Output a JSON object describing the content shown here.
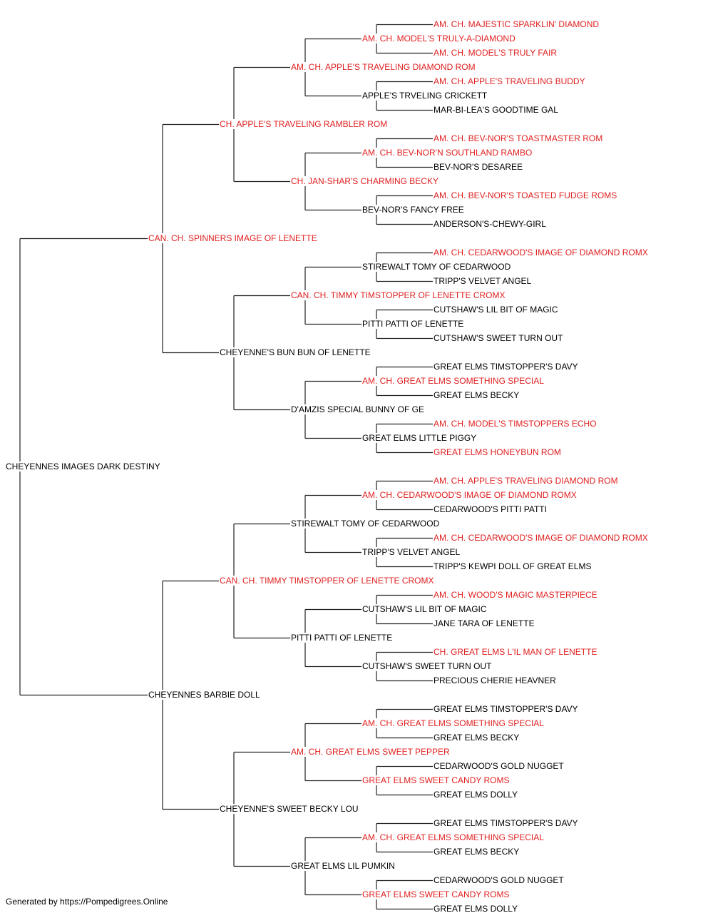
{
  "colors": {
    "champion": "#e02020",
    "plain": "#000000",
    "line": "#222222"
  },
  "pedigree": {
    "subject": {
      "name": "CHEYENNES IMAGES DARK DESTINY",
      "champion": false
    },
    "ancestors": [
      {
        "name": "CAN. CH. SPINNERS IMAGE OF LENETTE",
        "champion": true
      },
      {
        "name": "CHEYENNES BARBIE DOLL",
        "champion": false
      },
      {
        "name": "CH. APPLE'S TRAVELING RAMBLER ROM",
        "champion": true
      },
      {
        "name": "CHEYENNE'S BUN BUN OF LENETTE",
        "champion": false
      },
      {
        "name": "CAN. CH. TIMMY TIMSTOPPER OF LENETTE CROMX",
        "champion": true
      },
      {
        "name": "CHEYENNE'S SWEET BECKY LOU",
        "champion": false
      },
      {
        "name": "AM. CH. APPLE'S TRAVELING DIAMOND ROM",
        "champion": true
      },
      {
        "name": "CH. JAN-SHAR'S CHARMING BECKY",
        "champion": true
      },
      {
        "name": "CAN. CH. TIMMY TIMSTOPPER OF LENETTE CROMX",
        "champion": true
      },
      {
        "name": "D'AMZIS SPECIAL BUNNY OF GE",
        "champion": false
      },
      {
        "name": "STIREWALT TOMY OF CEDARWOOD",
        "champion": false
      },
      {
        "name": "PITTI PATTI OF LENETTE",
        "champion": false
      },
      {
        "name": "AM. CH. GREAT ELMS SWEET PEPPER",
        "champion": true
      },
      {
        "name": "GREAT ELMS LIL PUMKIN",
        "champion": false
      },
      {
        "name": "AM. CH. MODEL'S TRULY-A-DIAMOND",
        "champion": true
      },
      {
        "name": "APPLE'S TRVELING CRICKETT",
        "champion": false
      },
      {
        "name": "AM. CH. BEV-NOR'N SOUTHLAND RAMBO",
        "champion": true
      },
      {
        "name": "BEV-NOR'S FANCY FREE",
        "champion": false
      },
      {
        "name": "STIREWALT TOMY OF CEDARWOOD",
        "champion": false
      },
      {
        "name": "PITTI PATTI OF LENETTE",
        "champion": false
      },
      {
        "name": "AM. CH. GREAT ELMS SOMETHING SPECIAL",
        "champion": true
      },
      {
        "name": "GREAT ELMS LITTLE PIGGY",
        "champion": false
      },
      {
        "name": "AM. CH. CEDARWOOD'S IMAGE OF DIAMOND ROMX",
        "champion": true
      },
      {
        "name": "TRIPP'S VELVET ANGEL",
        "champion": false
      },
      {
        "name": "CUTSHAW'S LIL BIT OF MAGIC",
        "champion": false
      },
      {
        "name": "CUTSHAW'S SWEET TURN OUT",
        "champion": false
      },
      {
        "name": "AM. CH. GREAT ELMS SOMETHING SPECIAL",
        "champion": true
      },
      {
        "name": "GREAT ELMS SWEET CANDY ROMS",
        "champion": true
      },
      {
        "name": "AM. CH. GREAT ELMS SOMETHING SPECIAL",
        "champion": true
      },
      {
        "name": "GREAT ELMS SWEET CANDY ROMS",
        "champion": true
      },
      {
        "name": "AM. CH. MAJESTIC SPARKLIN' DIAMOND",
        "champion": true
      },
      {
        "name": "AM. CH. MODEL'S TRULY FAIR",
        "champion": true
      },
      {
        "name": "AM. CH. APPLE'S TRAVELING BUDDY",
        "champion": true
      },
      {
        "name": "MAR-BI-LEA'S GOODTIME GAL",
        "champion": false
      },
      {
        "name": "AM. CH. BEV-NOR'S TOASTMASTER ROM",
        "champion": true
      },
      {
        "name": "BEV-NOR'S DESAREE",
        "champion": false
      },
      {
        "name": "AM. CH. BEV-NOR'S TOASTED FUDGE ROMS",
        "champion": true
      },
      {
        "name": "ANDERSON'S-CHEWY-GIRL",
        "champion": false
      },
      {
        "name": "AM. CH. CEDARWOOD'S IMAGE OF DIAMOND ROMX",
        "champion": true
      },
      {
        "name": "TRIPP'S VELVET ANGEL",
        "champion": false
      },
      {
        "name": "CUTSHAW'S LIL BIT OF MAGIC",
        "champion": false
      },
      {
        "name": "CUTSHAW'S SWEET TURN OUT",
        "champion": false
      },
      {
        "name": "GREAT ELMS TIMSTOPPER'S DAVY",
        "champion": false
      },
      {
        "name": "GREAT ELMS BECKY",
        "champion": false
      },
      {
        "name": "AM. CH. MODEL'S TIMSTOPPERS ECHO",
        "champion": true
      },
      {
        "name": "GREAT ELMS HONEYBUN ROM",
        "champion": true
      },
      {
        "name": "AM. CH. APPLE'S TRAVELING DIAMOND ROM",
        "champion": true
      },
      {
        "name": "CEDARWOOD'S PITTI PATTI",
        "champion": false
      },
      {
        "name": "AM. CH. CEDARWOOD'S IMAGE OF DIAMOND ROMX",
        "champion": true
      },
      {
        "name": "TRIPP'S KEWPI DOLL OF GREAT ELMS",
        "champion": false
      },
      {
        "name": "AM. CH. WOOD'S MAGIC MASTERPIECE",
        "champion": true
      },
      {
        "name": "JANE TARA OF LENETTE",
        "champion": false
      },
      {
        "name": "CH. GREAT ELMS L'IL MAN OF LENETTE",
        "champion": true
      },
      {
        "name": "PRECIOUS CHERIE HEAVNER",
        "champion": false
      },
      {
        "name": "GREAT ELMS TIMSTOPPER'S DAVY",
        "champion": false
      },
      {
        "name": "GREAT ELMS BECKY",
        "champion": false
      },
      {
        "name": "CEDARWOOD'S GOLD NUGGET",
        "champion": false
      },
      {
        "name": "GREAT ELMS DOLLY",
        "champion": false
      },
      {
        "name": "GREAT ELMS TIMSTOPPER'S DAVY",
        "champion": false
      },
      {
        "name": "GREAT ELMS BECKY",
        "champion": false
      },
      {
        "name": "CEDARWOOD'S GOLD NUGGET",
        "champion": false
      },
      {
        "name": "GREAT ELMS DOLLY",
        "champion": false
      }
    ]
  },
  "footer": {
    "text": "Generated by https://Pompedigrees.Online"
  }
}
